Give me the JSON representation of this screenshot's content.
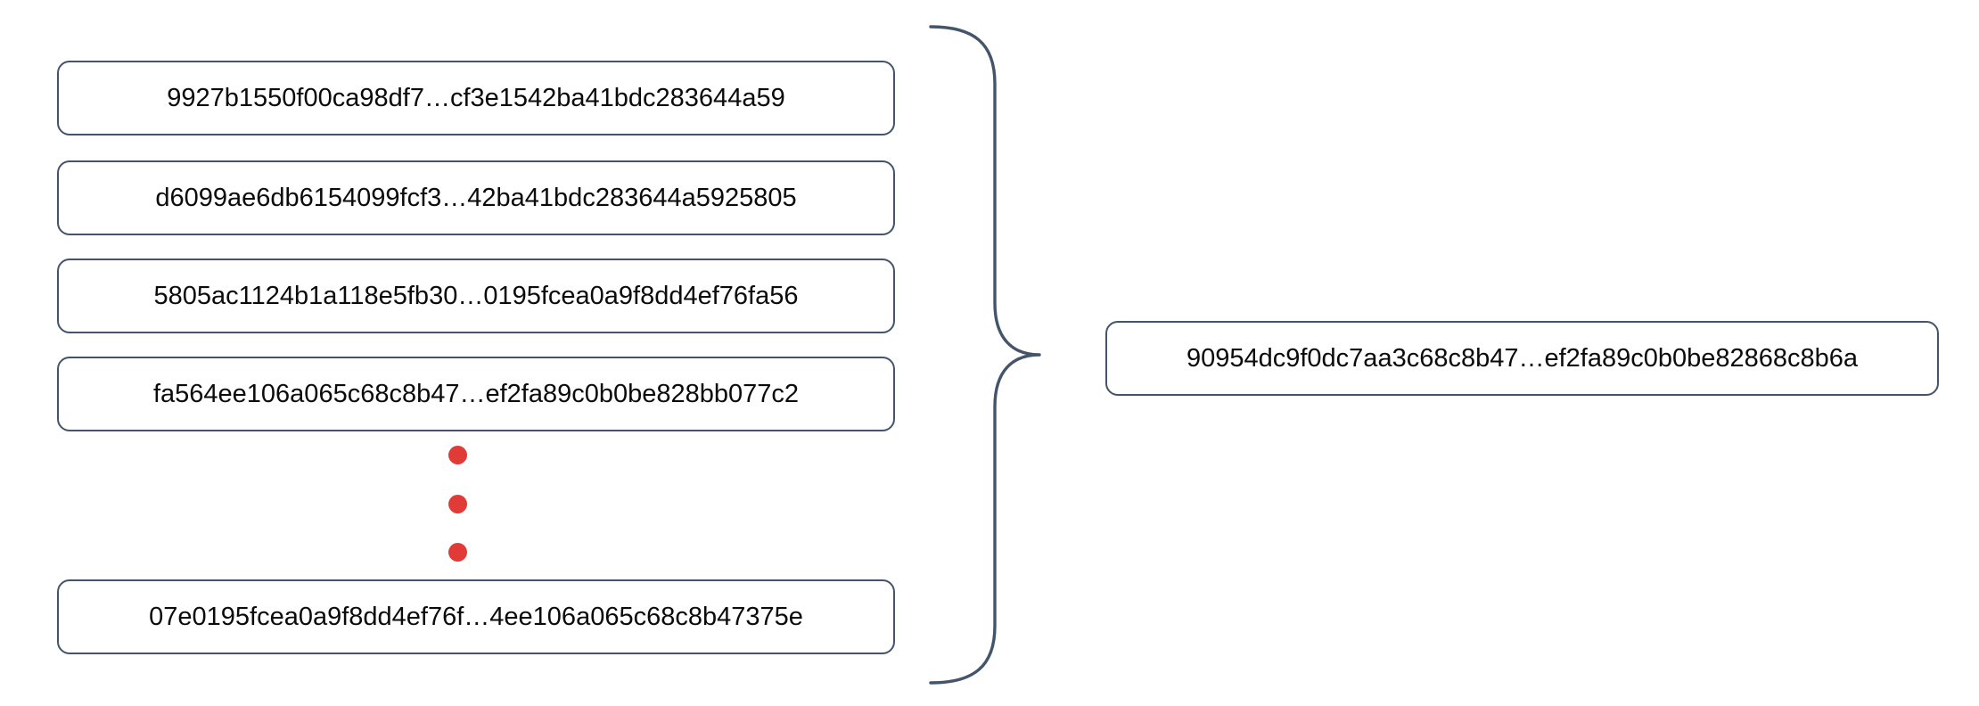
{
  "diagram": {
    "type": "hash-aggregation",
    "title": "",
    "colors": {
      "box_stroke": "#44546A",
      "brace_stroke": "#44546A",
      "ellipsis_dot": "#E13B37",
      "text": "#0b0b0b",
      "background": "#ffffff"
    },
    "inputs": {
      "label": "input-hash-list",
      "items": [
        {
          "id": "hash-1",
          "value": "9927b1550f00ca98df7…cf3e1542ba41bdc283644a59"
        },
        {
          "id": "hash-2",
          "value": "d6099ae6db6154099fcf3…42ba41bdc283644a5925805"
        },
        {
          "id": "hash-3",
          "value": "5805ac1124b1a118e5fb30…0195fcea0a9f8dd4ef76fa56"
        },
        {
          "id": "hash-4",
          "value": "fa564ee106a065c68c8b47…ef2fa89c0b0be828bb077c2"
        },
        {
          "id": "hash-n",
          "value": "07e0195fcea0a9f8dd4ef76f…4ee106a065c68c8b47375e"
        }
      ],
      "continuation": {
        "name": "vertical-ellipsis",
        "dot_count": 3,
        "glyph": "•"
      }
    },
    "connector": {
      "name": "curly-brace",
      "orientation": "left-facing-aggregation",
      "points_from": "input-hash-list",
      "points_to": "result-hash"
    },
    "output": {
      "label": "result-hash",
      "value": "90954dc9f0dc7aa3c68c8b47…ef2fa89c0b0be82868c8b6a"
    }
  }
}
